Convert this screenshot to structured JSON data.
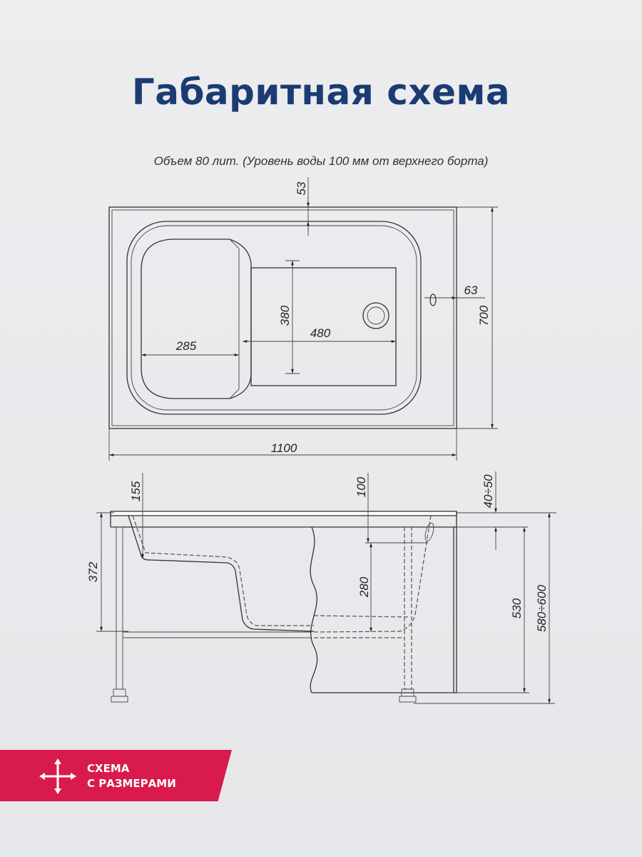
{
  "header": {
    "title": "Габаритная схема",
    "subtitle": "Объем 80 лит. (Уровень воды 100 мм от верхнего борта)"
  },
  "top_view": {
    "dimensions": {
      "length": "1100",
      "width": "700",
      "rim_offset": "53",
      "overflow_offset": "63",
      "basin_width": "380",
      "basin_length": "480",
      "seat_length": "285"
    }
  },
  "side_view": {
    "dimensions": {
      "seat_depth": "155",
      "water_level": "100",
      "depth_from_water": "280",
      "total_depth": "372",
      "rim_thickness": "40÷50",
      "apron_height": "530",
      "total_height": "580÷600"
    }
  },
  "badge": {
    "line1": "СХЕМА",
    "line2": "С РАЗМЕРАМИ",
    "color": "#d81b4c",
    "icon": "arrows-move-icon"
  },
  "colors": {
    "title": "#1b3b73",
    "background": "#e8e9eb"
  }
}
